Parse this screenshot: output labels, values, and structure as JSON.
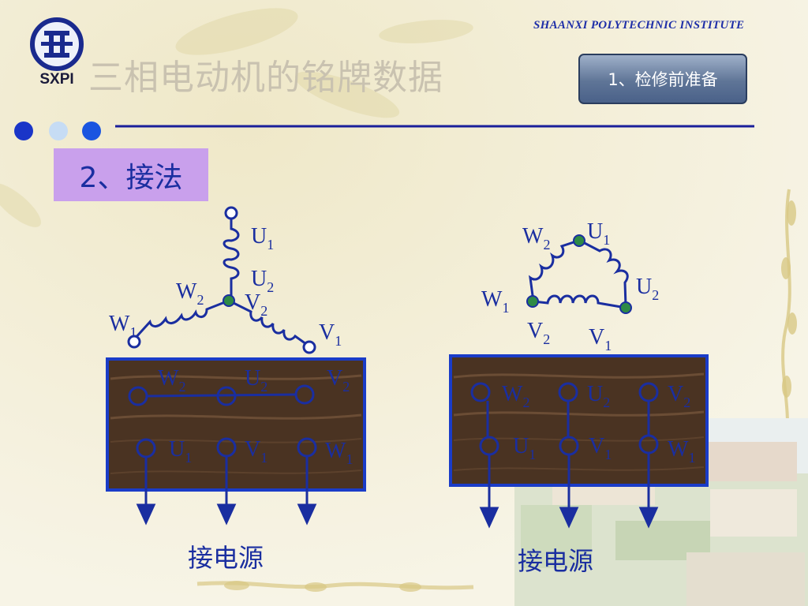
{
  "header": {
    "institute_name": "SHAANXI  POLYTECHNIC  INSTITUTE",
    "logo_text": "SXPI",
    "slide_title": "三相电动机的铭牌数据",
    "section_button": "1、检修前准备"
  },
  "section": {
    "subtitle": "2、接法"
  },
  "star_diagram": {
    "winding_labels": [
      "U",
      "1",
      "U",
      "2",
      "W",
      "2",
      "V",
      "2",
      "W",
      "1",
      "V",
      "1"
    ],
    "board_top_labels": [
      "W",
      "2",
      "U",
      "2",
      "V",
      "2"
    ],
    "board_bottom_labels": [
      "U",
      "1",
      "V",
      "1",
      "W",
      "1"
    ],
    "caption": "接电源"
  },
  "delta_diagram": {
    "winding_labels": [
      "W",
      "2",
      "U",
      "1",
      "U",
      "2",
      "W",
      "1",
      "V",
      "2",
      "V",
      "1"
    ],
    "board_top_labels": [
      "W",
      "2",
      "U",
      "2",
      "V",
      "2"
    ],
    "board_bottom_labels": [
      "U",
      "1",
      "V",
      "1",
      "W",
      "1"
    ],
    "caption": "接电源"
  },
  "colors": {
    "accent_blue": "#1a2ea0",
    "terminal_board": "#4a3322",
    "terminal_green": "#2e8a46",
    "subtitle_bg": "#c9a0ec"
  }
}
